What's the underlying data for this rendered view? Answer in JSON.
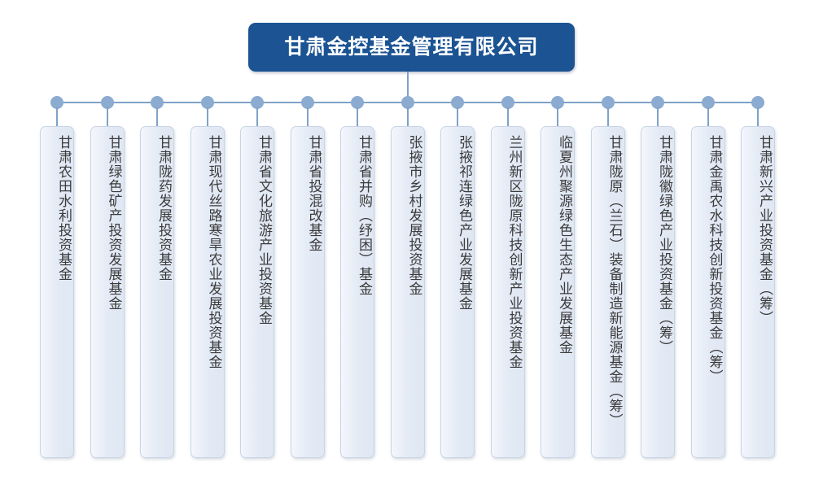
{
  "diagram": {
    "title": "甘肃金控基金管理有限公司",
    "root": {
      "label": "甘肃金控基金管理有限公司",
      "fill_color": "#1b5393",
      "text_color": "#ffffff"
    },
    "connector_color": "#7ea2c8",
    "node_dot_color": "#8cabd0",
    "node_fill_color": "#e3eaf5",
    "node_border_color": "#c9d5e6",
    "node_text_color": "#3b3b3b",
    "children": [
      {
        "label": "甘肃农田水利投资基金"
      },
      {
        "label": "甘肃绿色矿产投资发展基金"
      },
      {
        "label": "甘肃陇药发展投资基金"
      },
      {
        "label": "甘肃现代丝路寒旱农业发展投资基金"
      },
      {
        "label": "甘肃省文化旅游产业投资基金"
      },
      {
        "label": "甘肃省投混改基金"
      },
      {
        "label": "甘肃省并购（纾困）基金"
      },
      {
        "label": "张掖市乡村发展投资基金"
      },
      {
        "label": "张掖祁连绿色产业发展基金"
      },
      {
        "label": "兰州新区陇原科技创新产业投资基金"
      },
      {
        "label": "临夏州聚源绿色生态产业发展基金"
      },
      {
        "label": "甘肃陇原（兰石）装备制造新能源基金（筹）"
      },
      {
        "label": "甘肃陇徽绿色产业投资基金（筹）"
      },
      {
        "label": "甘肃金禹农水科技创新投资基金（筹）"
      },
      {
        "label": "甘肃新兴产业投资基金（筹）"
      }
    ]
  }
}
